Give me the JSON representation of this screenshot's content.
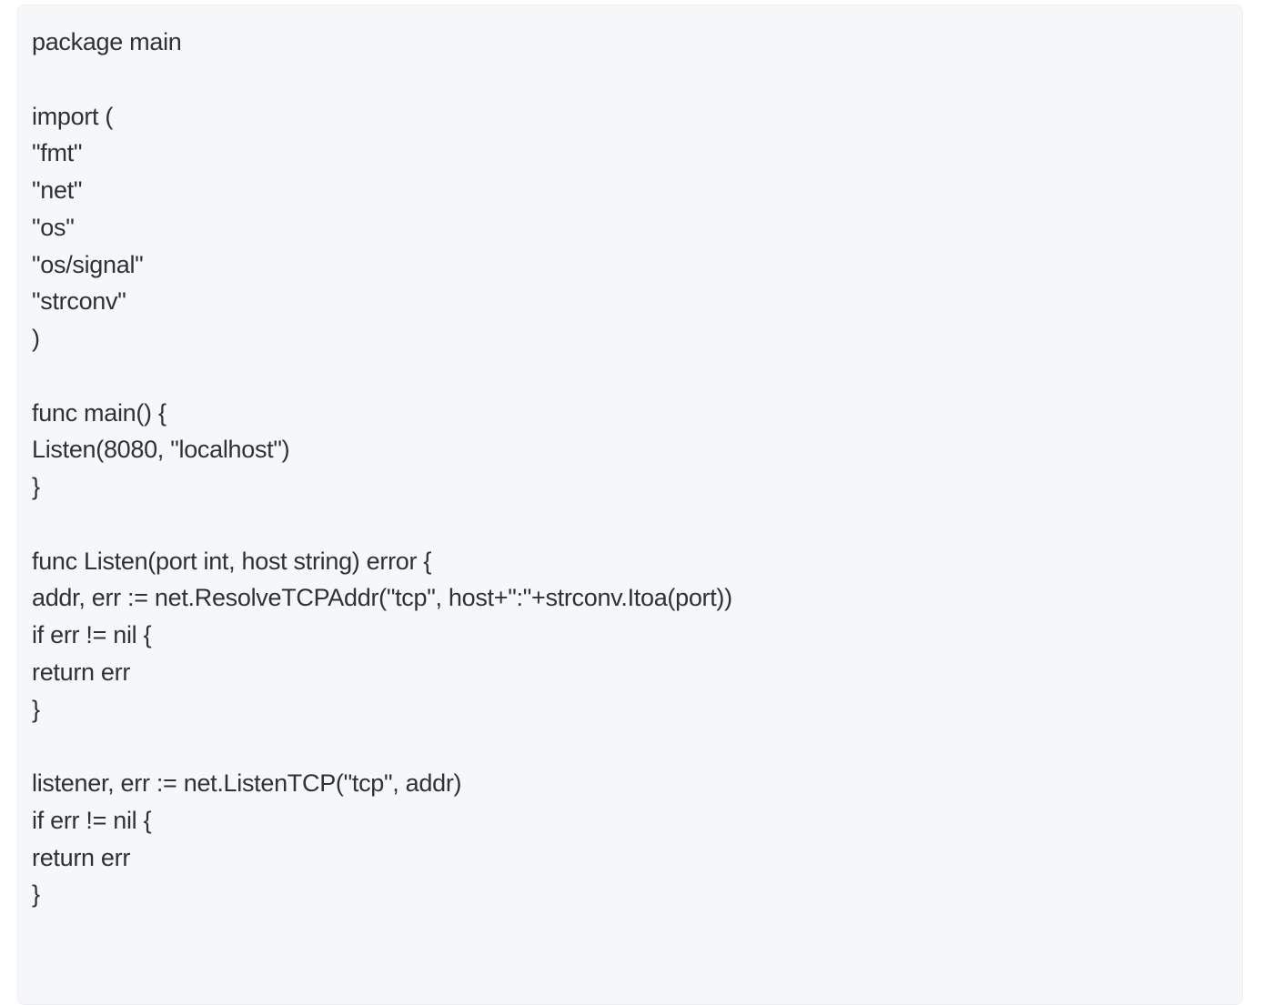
{
  "code": {
    "language": "go",
    "lines": [
      "package main",
      "",
      "import (",
      "\"fmt\"",
      "\"net\"",
      "\"os\"",
      "\"os/signal\"",
      "\"strconv\"",
      ")",
      "",
      "func main() {",
      "Listen(8080, \"localhost\")",
      "}",
      "",
      "func Listen(port int, host string) error {",
      "addr, err := net.ResolveTCPAddr(\"tcp\", host+\":\"+strconv.Itoa(port))",
      "if err != nil {",
      "return err",
      "}",
      "",
      "listener, err := net.ListenTCP(\"tcp\", addr)",
      "if err != nil {",
      "return err",
      "}"
    ]
  }
}
